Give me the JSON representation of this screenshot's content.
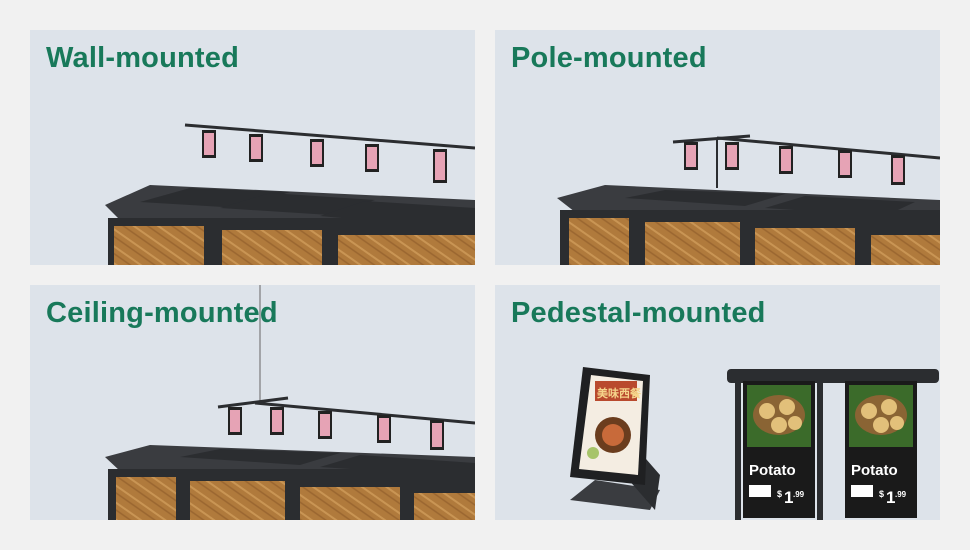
{
  "panels": [
    {
      "title": "Wall-mounted"
    },
    {
      "title": "Pole-mounted"
    },
    {
      "title": "Ceiling-mounted"
    },
    {
      "title": "Pedestal-mounted"
    }
  ],
  "signage": {
    "product_name": "Potato",
    "price_currency": "$",
    "price_main": "1",
    "price_cents": ".99",
    "tablet_heading": "美味西餐"
  },
  "colors": {
    "title_green": "#18795a",
    "panel_bg": "#dde3ea",
    "page_bg": "#f1f1f1",
    "fixture_black": "#2b2d30",
    "wood": "#b07a3c"
  },
  "icons": [
    "shelf-label-display",
    "pedestal-tablet-stand",
    "dual-pole-display"
  ]
}
